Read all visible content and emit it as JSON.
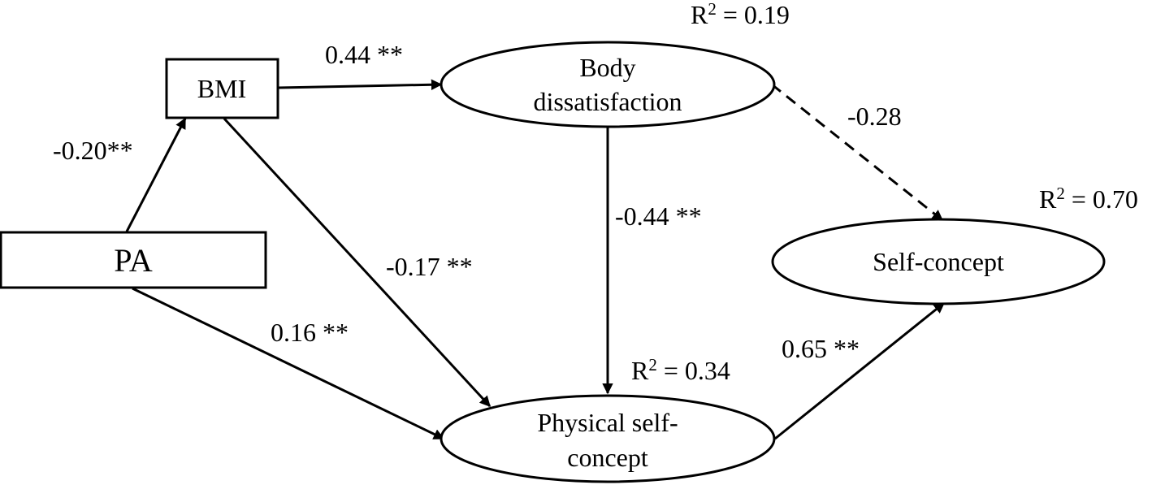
{
  "nodes": {
    "pa": {
      "label": "PA"
    },
    "bmi": {
      "label": "BMI"
    },
    "body_dissatisfaction": {
      "label_line1": "Body",
      "label_line2": "dissatisfaction"
    },
    "self_concept": {
      "label": "Self-concept"
    },
    "physical_self_concept": {
      "label_line1": "Physical self-",
      "label_line2": "concept"
    }
  },
  "paths": {
    "pa_to_bmi": {
      "coef": "-0.20**",
      "dashed": false
    },
    "bmi_to_body_dissatisfaction": {
      "coef": "0.44 **",
      "dashed": false
    },
    "bmi_to_physical_self_concept": {
      "coef": "-0.17 **",
      "dashed": false
    },
    "pa_to_physical_self_concept": {
      "coef": "0.16 **",
      "dashed": false
    },
    "body_dissatisfaction_to_physical_self_concept": {
      "coef": "-0.44 **",
      "dashed": false
    },
    "body_dissatisfaction_to_self_concept": {
      "coef": "-0.28",
      "dashed": true
    },
    "physical_self_concept_to_self_concept": {
      "coef": "0.65 **",
      "dashed": false
    }
  },
  "r_squared": {
    "body_dissatisfaction": {
      "prefix": "R",
      "sup": "2",
      "suffix": " = 0.19"
    },
    "self_concept": {
      "prefix": "R",
      "sup": "2",
      "suffix": " = 0.70"
    },
    "physical_self_concept": {
      "prefix": "R",
      "sup": "2",
      "suffix": " = 0.34"
    }
  }
}
